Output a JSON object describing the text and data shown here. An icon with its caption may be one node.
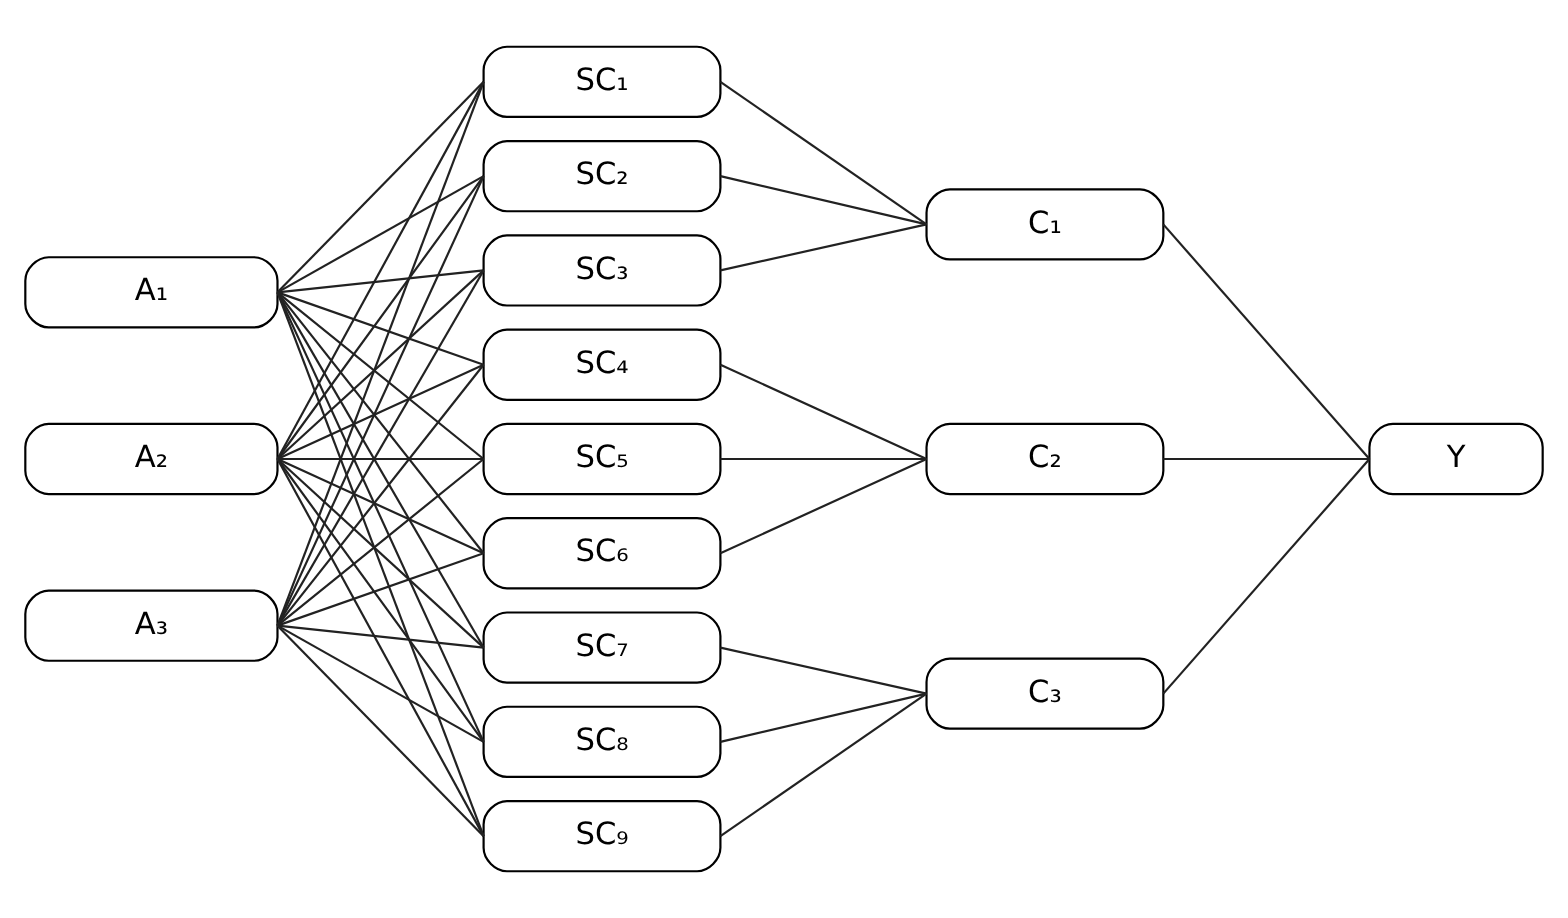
{
  "diagram": {
    "nodes": [
      {
        "text": [
          "A₁"
        ]
      },
      {
        "text": [
          "A₂"
        ]
      },
      {
        "text": [
          "A₃"
        ]
      },
      {
        "text": [
          "SC₁"
        ]
      },
      {
        "text": [
          "SC₂"
        ]
      },
      {
        "text": [
          "SC₃"
        ]
      },
      {
        "text": [
          "SC₄"
        ]
      },
      {
        "text": [
          "SC₅"
        ]
      },
      {
        "text": [
          "SC₆"
        ]
      },
      {
        "text": [
          "SC₇"
        ]
      },
      {
        "text": [
          "SC₈"
        ]
      },
      {
        "text": [
          "SC₉"
        ]
      },
      {
        "text": [
          "C₁"
        ]
      },
      {
        "text": [
          "C₂"
        ]
      },
      {
        "text": [
          "C₃"
        ]
      },
      {
        "text": [
          "Y"
        ]
      }
    ],
    "edges": [
      {
        "from": 0,
        "to": 3,
        "arrow": "none"
      },
      {
        "from": 0,
        "to": 4,
        "arrow": "none"
      },
      {
        "from": 0,
        "to": 5,
        "arrow": "none"
      },
      {
        "from": 0,
        "to": 6,
        "arrow": "none"
      },
      {
        "from": 0,
        "to": 7,
        "arrow": "none"
      },
      {
        "from": 0,
        "to": 8,
        "arrow": "none"
      },
      {
        "from": 0,
        "to": 9,
        "arrow": "none"
      },
      {
        "from": 0,
        "to": 10,
        "arrow": "none"
      },
      {
        "from": 0,
        "to": 11,
        "arrow": "none"
      },
      {
        "from": 1,
        "to": 3,
        "arrow": "none"
      },
      {
        "from": 1,
        "to": 4,
        "arrow": "none"
      },
      {
        "from": 1,
        "to": 5,
        "arrow": "none"
      },
      {
        "from": 1,
        "to": 6,
        "arrow": "none"
      },
      {
        "from": 1,
        "to": 7,
        "arrow": "none"
      },
      {
        "from": 1,
        "to": 8,
        "arrow": "none"
      },
      {
        "from": 1,
        "to": 9,
        "arrow": "none"
      },
      {
        "from": 1,
        "to": 10,
        "arrow": "none"
      },
      {
        "from": 1,
        "to": 11,
        "arrow": "none"
      },
      {
        "from": 2,
        "to": 3,
        "arrow": "none"
      },
      {
        "from": 2,
        "to": 4,
        "arrow": "none"
      },
      {
        "from": 2,
        "to": 5,
        "arrow": "none"
      },
      {
        "from": 2,
        "to": 6,
        "arrow": "none"
      },
      {
        "from": 2,
        "to": 7,
        "arrow": "none"
      },
      {
        "from": 2,
        "to": 8,
        "arrow": "none"
      },
      {
        "from": 2,
        "to": 9,
        "arrow": "none"
      },
      {
        "from": 2,
        "to": 10,
        "arrow": "none"
      },
      {
        "from": 2,
        "to": 11,
        "arrow": "none"
      },
      {
        "from": 3,
        "to": 12,
        "arrow": "none"
      },
      {
        "from": 4,
        "to": 12,
        "arrow": "none"
      },
      {
        "from": 5,
        "to": 12,
        "arrow": "none"
      },
      {
        "from": 6,
        "to": 13,
        "arrow": "none"
      },
      {
        "from": 7,
        "to": 13,
        "arrow": "none"
      },
      {
        "from": 8,
        "to": 13,
        "arrow": "none"
      },
      {
        "from": 9,
        "to": 14,
        "arrow": "none"
      },
      {
        "from": 10,
        "to": 14,
        "arrow": "none"
      },
      {
        "from": 11,
        "to": 14,
        "arrow": "none"
      },
      {
        "from": 12,
        "to": 15,
        "arrow": "none"
      },
      {
        "from": 13,
        "to": 15,
        "arrow": "none"
      },
      {
        "from": 14,
        "to": 15,
        "arrow": "none"
      }
    ]
  }
}
